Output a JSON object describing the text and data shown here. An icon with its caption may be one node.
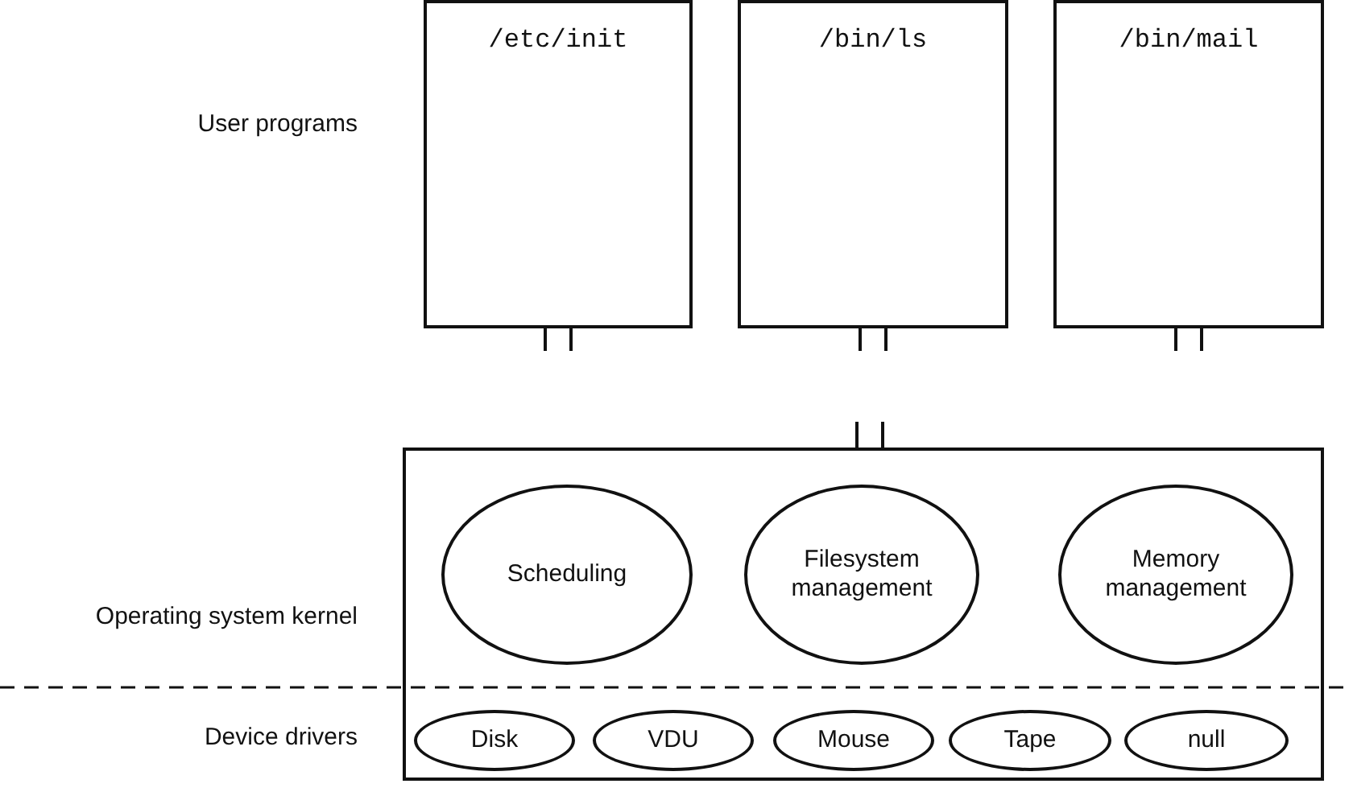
{
  "diagram": {
    "nodes": [
      {
        "text": [
          "/etc/init"
        ]
      },
      {
        "text": [
          "/bin/ls"
        ]
      },
      {
        "text": [
          "/bin/mail"
        ]
      },
      {
        "text": [],
        "shape": "box"
      },
      {
        "text": [
          "Scheduling"
        ],
        "in": 3
      },
      {
        "text": [
          "Filesystem management"
        ],
        "in": 3
      },
      {
        "text": [
          "Memory management"
        ],
        "in": 3
      },
      {
        "text": [
          "Disk"
        ],
        "in": 3
      },
      {
        "text": [
          "VDU"
        ],
        "in": 3
      },
      {
        "text": [
          "Mouse"
        ],
        "in": 3
      },
      {
        "text": [
          "Tape"
        ],
        "in": 3
      },
      {
        "text": [
          "null"
        ],
        "in": 3
      }
    ],
    "labels": [
      "User programs",
      "Operating system kernel",
      "Device drivers"
    ]
  }
}
